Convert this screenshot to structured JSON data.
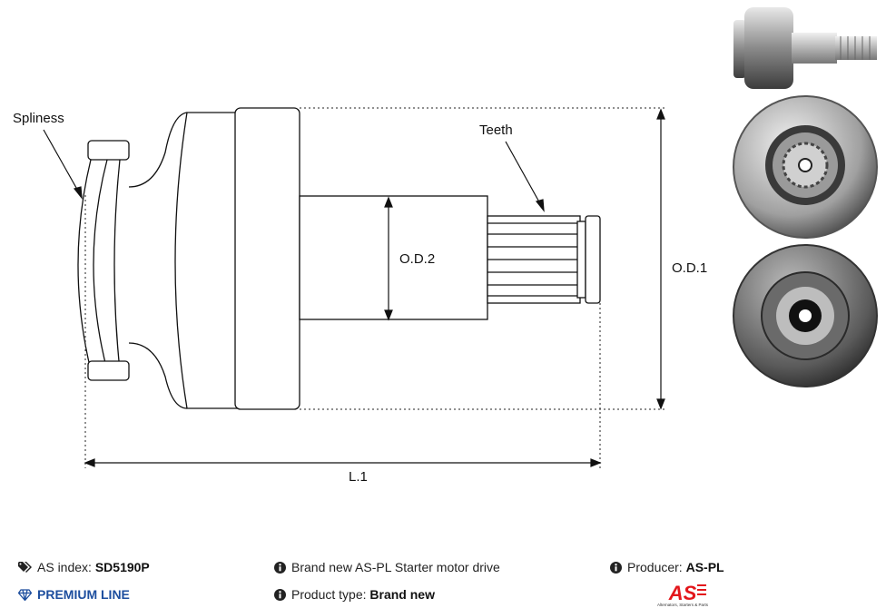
{
  "diagram": {
    "labels": {
      "spliness": "Spliness",
      "teeth": "Teeth",
      "od2": "O.D.2",
      "od1": "O.D.1",
      "l1": "L.1"
    }
  },
  "footer": {
    "as_index_label": "AS index:",
    "as_index_value": "SD5190P",
    "premium_line": "PREMIUM LINE",
    "description": "Brand new AS-PL Starter motor drive",
    "product_type_label": "Product type:",
    "product_type_value": "Brand new",
    "producer_label": "Producer:",
    "producer_value": "AS-PL",
    "logo_text": "AS",
    "logo_tagline": "Alternators, Starters & Parts"
  },
  "colors": {
    "premium": "#1d4e9e",
    "logo_red": "#e3161b"
  },
  "icons": {
    "as_index": "tags-icon",
    "premium": "gem-icon",
    "info": "info-circle-icon"
  }
}
